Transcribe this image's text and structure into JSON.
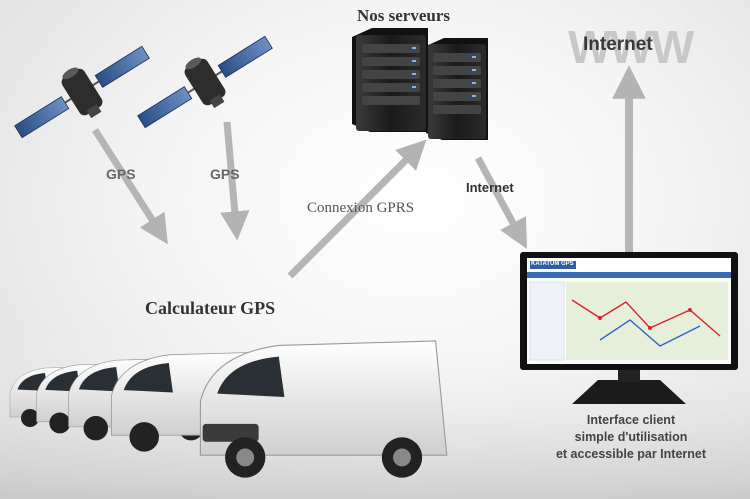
{
  "servers": {
    "title": "Nos serveurs"
  },
  "satellites": [
    {
      "label": "GPS"
    },
    {
      "label": "GPS"
    }
  ],
  "links": {
    "gprs": "Connexion GPRS",
    "internet": "Internet"
  },
  "vehicles": {
    "label": "Calculateur GPS"
  },
  "internet_node": {
    "label": "Internet",
    "backdrop": "WWW"
  },
  "client": {
    "caption_lines": [
      "Interface client",
      "simple d'utilisation",
      "et accessible par Internet"
    ],
    "screen_brand": "KATATUM GPS"
  },
  "colors": {
    "arrow": "#b5b5b5",
    "server": "#1c1c1c",
    "van": "#f2f2f2",
    "map": "#e6efd9"
  }
}
